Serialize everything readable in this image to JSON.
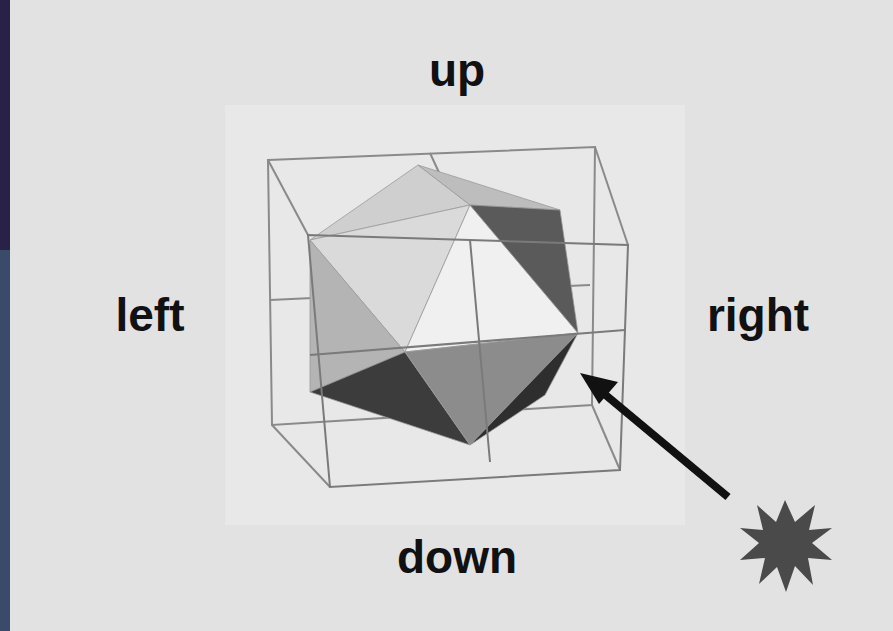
{
  "diagram": {
    "labels": [
      "up",
      "left",
      "right",
      "down"
    ]
  }
}
